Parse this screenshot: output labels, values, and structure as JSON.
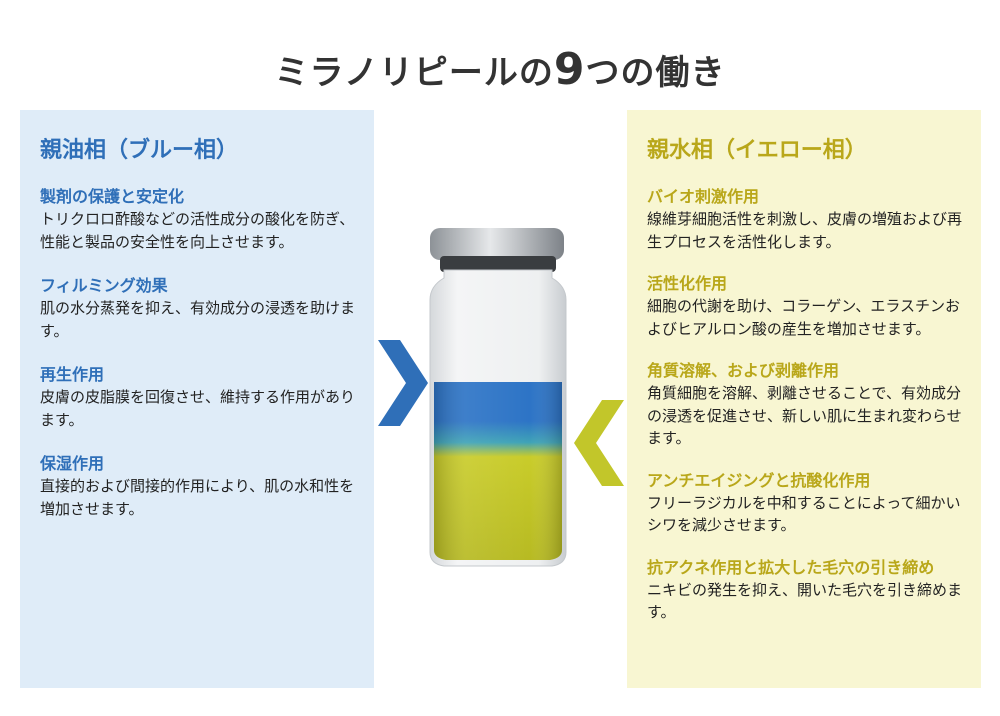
{
  "title": {
    "prefix": "ミラノリピールの",
    "number": "9",
    "suffix": "つの働き"
  },
  "blue_phase": {
    "title": "親油相（ブルー相）",
    "items": [
      {
        "title": "製剤の保護と安定化",
        "desc": "トリクロロ酢酸などの活性成分の酸化を防ぎ、性能と製品の安全性を向上させます。"
      },
      {
        "title": "フィルミング効果",
        "desc": "肌の水分蒸発を抑え、有効成分の浸透を助けます。"
      },
      {
        "title": "再生作用",
        "desc": "皮膚の皮脂膜を回復させ、維持する作用があります。"
      },
      {
        "title": "保湿作用",
        "desc": "直接的および間接的作用により、肌の水和性を増加させます。"
      }
    ]
  },
  "yellow_phase": {
    "title": "親水相（イエロー相）",
    "items": [
      {
        "title": "バイオ刺激作用",
        "desc": "線維芽細胞活性を刺激し、皮膚の増殖および再生プロセスを活性化します。"
      },
      {
        "title": "活性化作用",
        "desc": "細胞の代謝を助け、コラーゲン、エラスチンおよびヒアルロン酸の産生を増加させます。"
      },
      {
        "title": "角質溶解、および剥離作用",
        "desc": "角質細胞を溶解、剥離させることで、有効成分の浸透を促進させ、新しい肌に生まれ変わらせます。"
      },
      {
        "title": "アンチエイジングと抗酸化作用",
        "desc": "フリーラジカルを中和することによって細かいシワを減少させます。"
      },
      {
        "title": "抗アクネ作用と拡大した毛穴の引き締め",
        "desc": "ニキビの発生を抑え、開いた毛穴を引き締めます。"
      }
    ]
  },
  "colors": {
    "blue_accent": "#2f6fb8",
    "yellow_accent": "#b9a71a",
    "blue_liquid": "#2d74c6",
    "yellow_liquid": "#c9cc2a",
    "arrow_blue": "#2f6fb8",
    "arrow_yellow": "#c2c62a"
  }
}
